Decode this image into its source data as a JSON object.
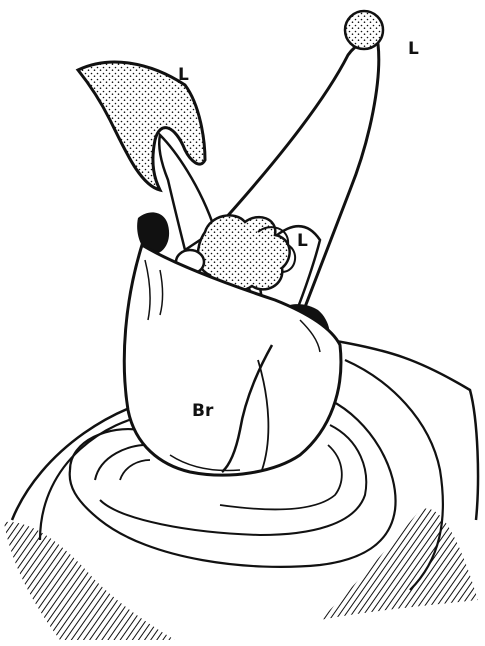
{
  "labels": {
    "leaf_top_left": "L",
    "leaf_top_right": "L",
    "leaf_inner": "L",
    "bract": "Br"
  },
  "colors": {
    "ink": "#111111",
    "paper": "#ffffff"
  }
}
